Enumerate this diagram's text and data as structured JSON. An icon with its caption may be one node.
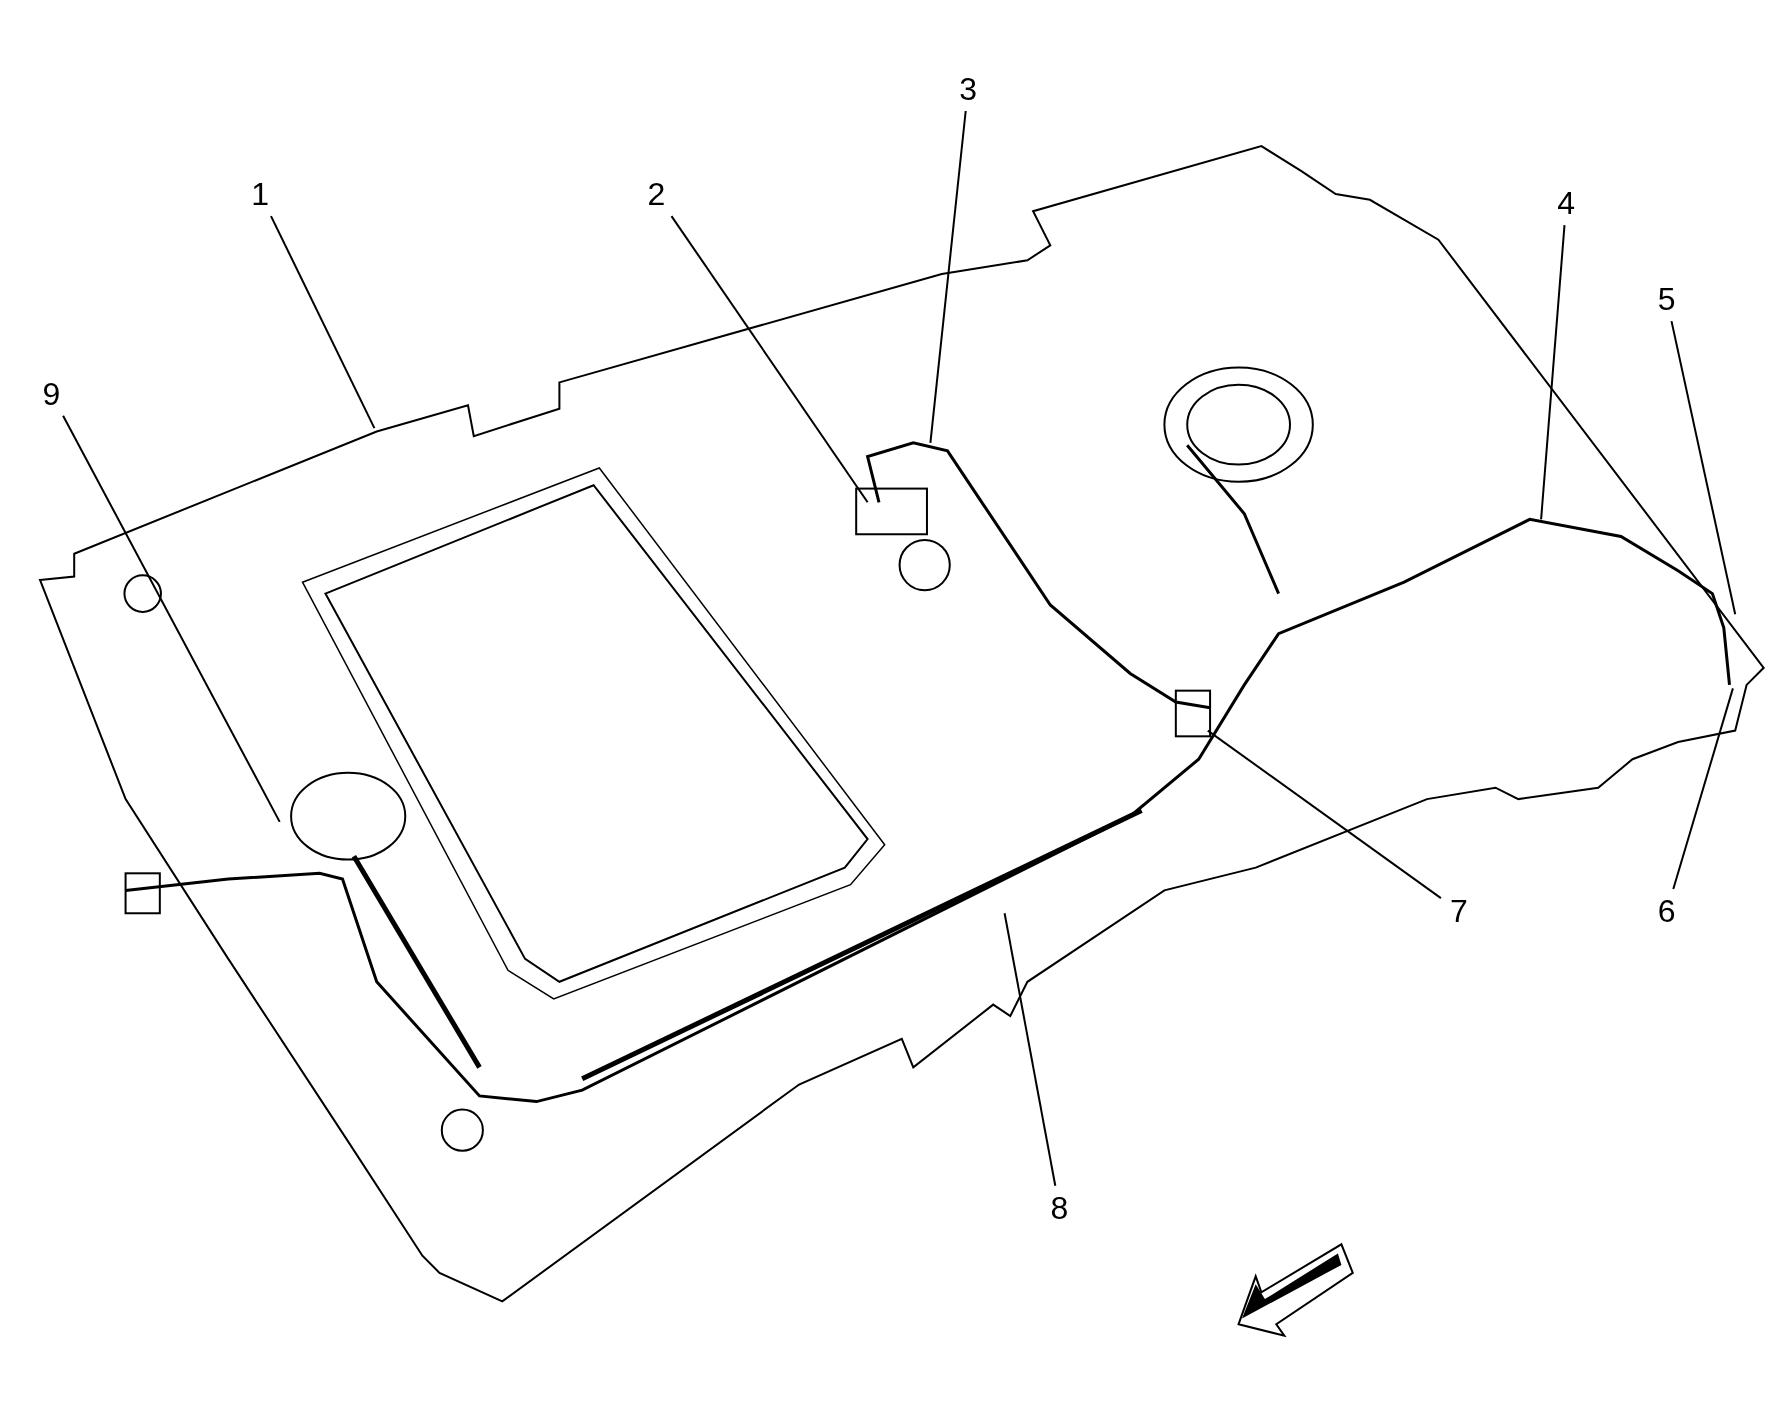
{
  "diagram": {
    "nodes": [
      {
        "text": [
          "1"
        ]
      },
      {
        "text": [
          "2"
        ]
      },
      {
        "text": [
          "3"
        ]
      },
      {
        "text": [
          "4"
        ]
      },
      {
        "text": [
          "5"
        ]
      },
      {
        "text": [
          "6"
        ]
      },
      {
        "text": [
          "7"
        ]
      },
      {
        "text": [
          "8"
        ]
      },
      {
        "text": [
          "9"
        ]
      }
    ],
    "edges": [
      {
        "from": 0,
        "to": null,
        "arrow": "none"
      },
      {
        "from": 1,
        "to": null,
        "arrow": "none"
      },
      {
        "from": 2,
        "to": null,
        "arrow": "none"
      },
      {
        "from": 3,
        "to": null,
        "arrow": "none"
      },
      {
        "from": 4,
        "to": null,
        "arrow": "none"
      },
      {
        "from": 5,
        "to": null,
        "arrow": "none"
      },
      {
        "from": 6,
        "to": null,
        "arrow": "none"
      },
      {
        "from": 7,
        "to": null,
        "arrow": "none"
      },
      {
        "from": 8,
        "to": null,
        "arrow": "none"
      }
    ]
  }
}
